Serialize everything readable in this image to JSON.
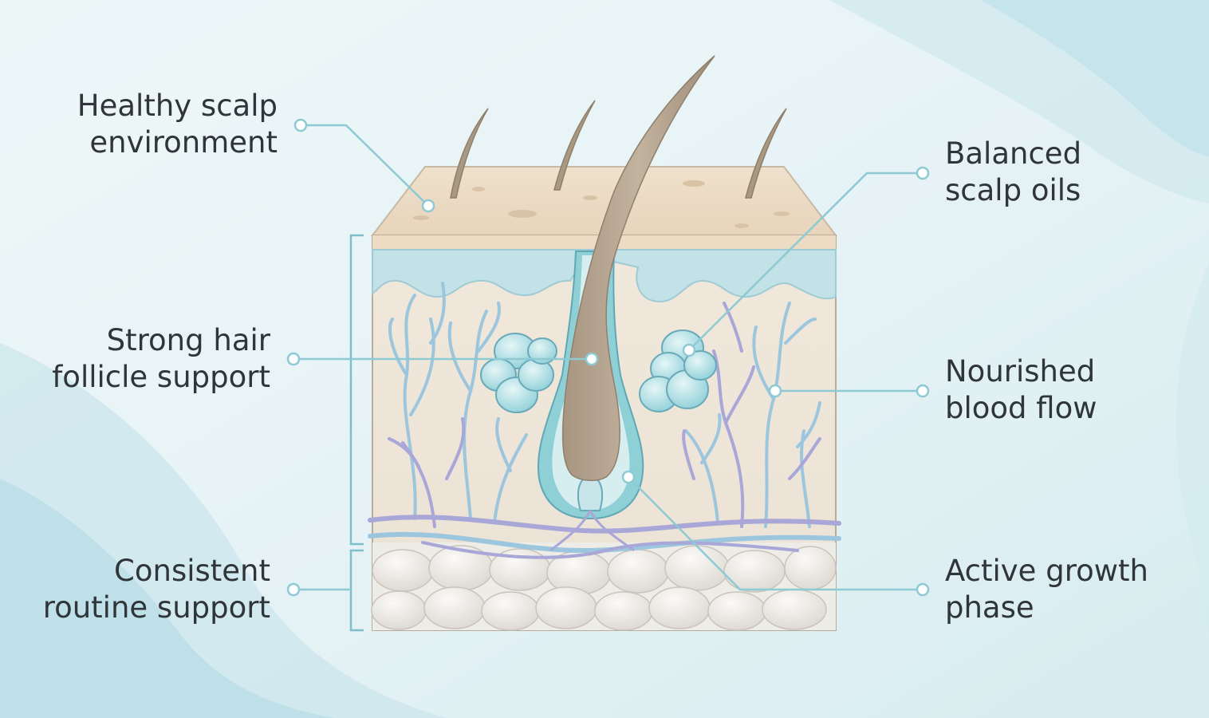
{
  "labels": {
    "healthy_scalp": [
      "Healthy scalp",
      "environment"
    ],
    "strong_follicle": [
      "Strong hair",
      "follicle support"
    ],
    "consistent_routine": [
      "Consistent",
      "routine support"
    ],
    "balanced_oils": [
      "Balanced",
      "scalp oils"
    ],
    "blood_flow": [
      "Nourished",
      "blood flow"
    ],
    "growth_phase": [
      "Active growth",
      "phase"
    ]
  },
  "colors": {
    "leader_line": "#8ecad3",
    "label_text": "#2f3538",
    "skin_surface": "#ecdcc4",
    "dermis": "#efe6da",
    "epidermis_water": "#bfe0e6",
    "hair_shaft": "#b5a48f",
    "sebaceous_gland": "#a8dde2",
    "blood_vessel_blue": "#9cc6de",
    "blood_vessel_purple": "#a8a7d8",
    "fat_cells": "#e9e7e2"
  },
  "icons": {
    "callout_marker": "circle-marker"
  }
}
